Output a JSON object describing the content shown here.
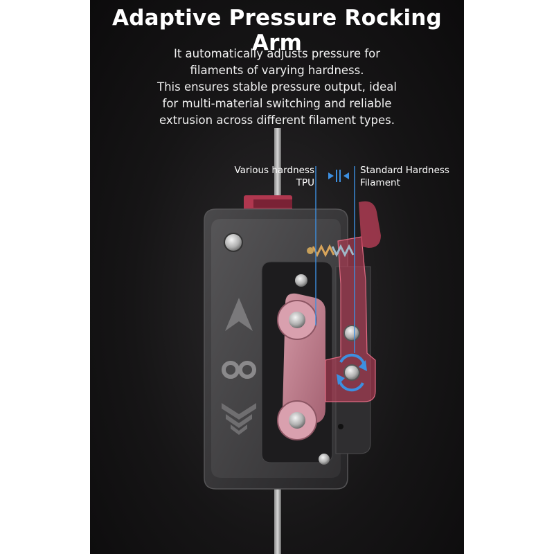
{
  "title": "Adaptive Pressure Rocking Arm",
  "description": [
    "It automatically adjusts pressure for",
    "filaments of varying hardness.",
    "This ensures stable pressure output, ideal",
    "for multi-material switching and reliable",
    "extrusion across different filament types."
  ],
  "labels": {
    "left_line1": "Various hardness",
    "left_line2": "TPU",
    "right_line1": "Standard Hardness",
    "right_line2": "Filament"
  },
  "icons": [
    "gap-indicator-icon",
    "rotation-arrows-icon"
  ],
  "colors": {
    "background": "#141314",
    "accent_red": "#c0405a",
    "indicator_blue": "#3d8fe0",
    "body_grey": "#3a393b"
  }
}
